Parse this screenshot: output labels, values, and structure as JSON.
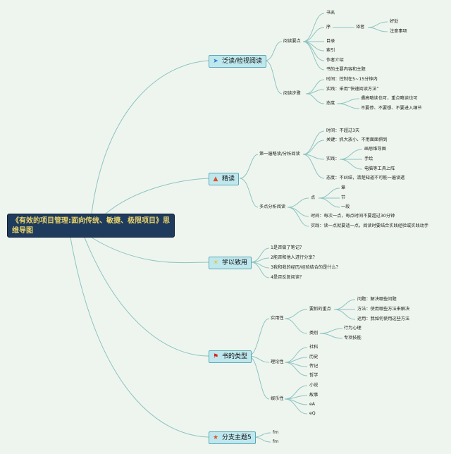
{
  "root": {
    "title": "《有效的项目管理:面向传统、敏捷、极限项目》思维导图"
  },
  "branches": [
    {
      "label": "泛读/检视阅读",
      "icon": "paper-plane-icon",
      "n1": "阅读要点",
      "n1_items": [
        "书名",
        "序",
        "目录",
        "索引",
        "作者介绍",
        "书的主要内容和主题"
      ],
      "translator": "译者",
      "translator_items": [
        "好处",
        "注意事项"
      ],
      "n2": "阅读步骤",
      "n2_items": [
        "时间：控制在5~15分钟内",
        "实践：采用“快速阅读方法”",
        "态度"
      ],
      "attitude_items": [
        "遇高略读也可，重点略读也可",
        "不要停、不要想、不要进入细节"
      ]
    },
    {
      "label": "精读",
      "icon": "fire-icon",
      "n1": "第一遍略读/分析阅读",
      "n1_items": [
        "时间：不超过3天",
        "关键：抓大放小、不用面面俱到",
        "实践：",
        "态度：不纠结，清楚知道不可能一遍读透"
      ],
      "practice_items": [
        "画思维导图",
        "手绘",
        "电脑等工具上阵"
      ],
      "n2": "多点分析阅读",
      "point": "点",
      "point_items": [
        "章",
        "节",
        "一段"
      ],
      "n2_items": [
        "时间：每次一点，每点时间不要超过30分钟",
        "实践：读一点就要适一点，阅读时要结合实践经验或实践动手"
      ]
    },
    {
      "label": "学以致用",
      "icon": "sun-icon",
      "items": [
        "1是否做了笔记？",
        "2能否和他人进行分享？",
        "3我和我的经历/经验结合的是什么？",
        "4是否反复阅读？"
      ]
    },
    {
      "label": "书的类型",
      "icon": "flag-icon",
      "practical": "实用性",
      "key_points": "要抓的重点",
      "key_items": [
        "问题：解决哪些问题",
        "方法：使用哪些方法来解决",
        "运用：我如何使用这些方法"
      ],
      "category": "类别",
      "category_items": [
        "行为心理",
        "专项技能"
      ],
      "theory": "理论性",
      "theory_items": [
        "社科",
        "历史",
        "传记",
        "哲学"
      ],
      "entertainment": "娱乐性",
      "ent_items": [
        "小说",
        "故事",
        "eA",
        "eQ"
      ]
    },
    {
      "label": "分支主题5",
      "icon": "star-icon",
      "items": [
        "fm",
        "fm"
      ]
    }
  ],
  "colors": {
    "root_bg": "#1e3a5c",
    "root_text": "#e9d36a",
    "branch_bg": "#bfe8ee",
    "line": "#8cc4c2"
  }
}
